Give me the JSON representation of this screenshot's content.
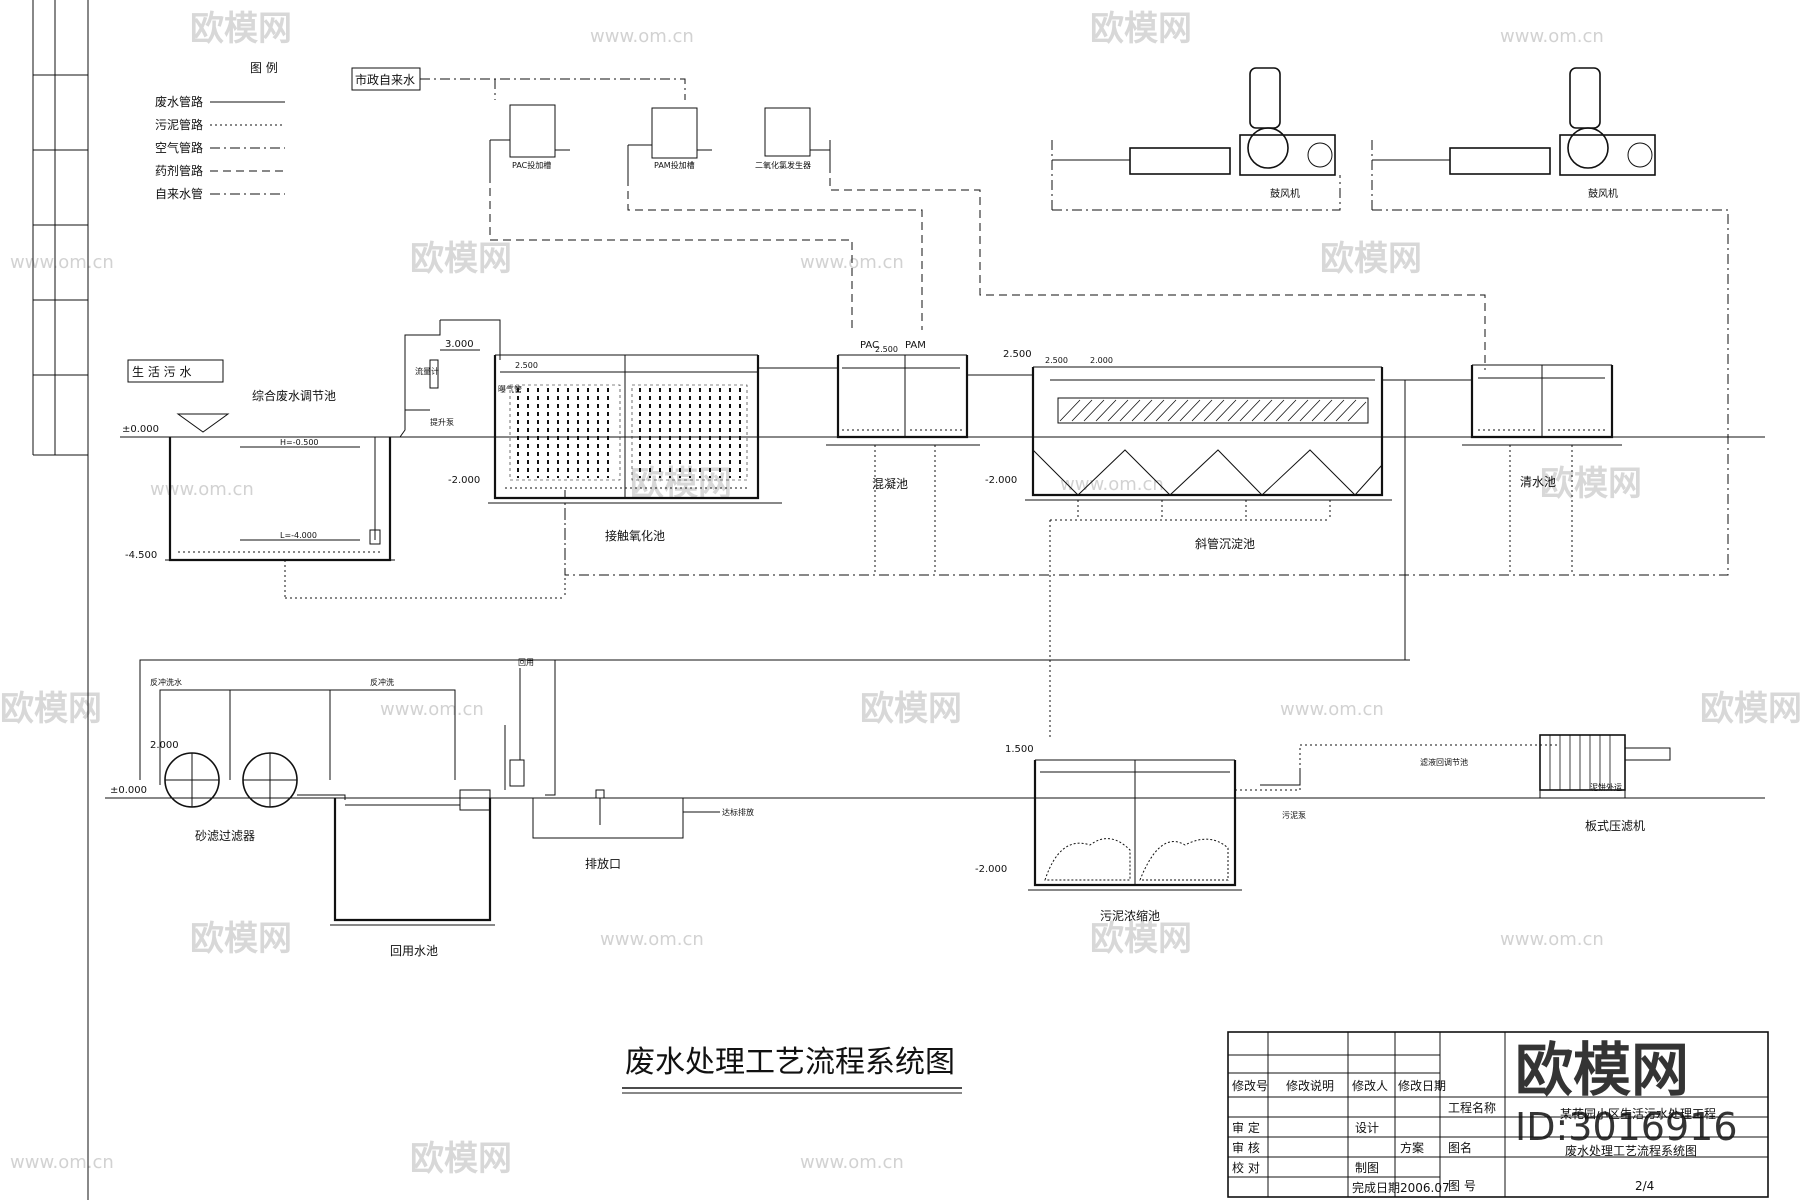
{
  "drawing_title": "废水处理工艺流程系统图",
  "legend": {
    "title": "图 例",
    "items": [
      {
        "label": "废水管路",
        "line": "solid"
      },
      {
        "label": "污泥管路",
        "line": "dotted"
      },
      {
        "label": "空气管路",
        "line": "dashdot"
      },
      {
        "label": "药剂管路",
        "line": "dashed"
      },
      {
        "label": "自来水管",
        "line": "dashdot"
      }
    ]
  },
  "labels": {
    "city_water": "市政自来水",
    "domestic_sewage": "生 活 污 水",
    "equalization_tank": "综合废水调节池",
    "contact_oxidation": "接触氧化池",
    "mixing_tank": "混凝池",
    "sedimentation": "斜管沉淀池",
    "clear_tank": "清水池",
    "sand_filter": "砂滤过滤器",
    "recycle_pool": "回用水池",
    "discharge": "排放口",
    "sludge_tank": "污泥浓缩池",
    "filter_press": "板式压滤机",
    "blower_1": "鼓风机",
    "blower_2": "鼓风机",
    "pac_tank": "PAC投加槽",
    "pam_tank": "PAM投加槽",
    "naclo_tank": "二氧化氯发生器",
    "pac": "PAC",
    "pam": "PAM",
    "backwash": "反冲洗",
    "backwash_water": "反冲洗水",
    "discharge_out": "达标排放",
    "reuse": "回用",
    "sludge_pump": "污泥泵",
    "pump": "提升泵",
    "flowmeter": "流量计",
    "air_pipe": "曝气管",
    "filtrate_return": "滤液回调节池",
    "sludge_cake": "泥饼外运"
  },
  "elevations": {
    "e0_a": "±0.000",
    "e0_b": "±0.000",
    "e_m45": "-4.500",
    "e_p30": "3.000",
    "e_m20_a": "-2.000",
    "e_m20_b": "-2.000",
    "e_m20_c": "-2.000",
    "e_p25": "2.500",
    "e_p20": "2.000",
    "e_p15": "1.500",
    "h_high": "H=-0.500",
    "h_low": "L=-4.000",
    "e_250": "2.500",
    "e_250b": "2.500",
    "e_250c": "2.500",
    "e_200": "2.000"
  },
  "title_block": {
    "headers": [
      "修改号",
      "修改说明",
      "修改人",
      "修改日期"
    ],
    "project_label": "工程名称",
    "project_name": "某花园小区生活污水处理工程",
    "drawing_label": "图名",
    "drawing_name": "废水处理工艺流程系统图",
    "number_label": "图 号",
    "number_value": "2/4",
    "row_labels": [
      "审 定",
      "审 核",
      "校 对"
    ],
    "design": "设计",
    "drawn": "制图",
    "plan": "方案",
    "date_label": "完成日期",
    "date_value": "2006.07"
  },
  "watermark": {
    "brand": "欧模网",
    "url": "www.om.cn",
    "big_brand": "欧模网",
    "id": "ID:3016916"
  }
}
